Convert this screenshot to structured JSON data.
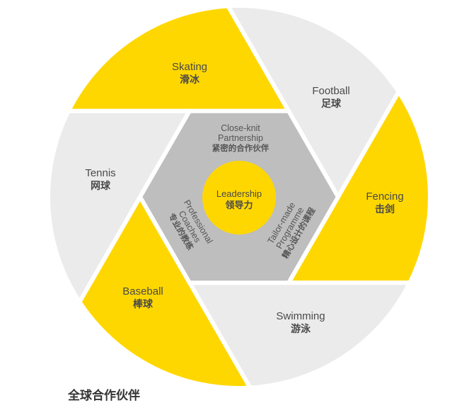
{
  "colors": {
    "yellow": "#FFD700",
    "light_grey": "#EBEBEB",
    "hexagon_grey": "#BEBEBE",
    "text": "#4a4a4a"
  },
  "sports": [
    {
      "en": "Skating",
      "zh": "滑冰",
      "fill": "yellow"
    },
    {
      "en": "Football",
      "zh": "足球",
      "fill": "light_grey"
    },
    {
      "en": "Fencing",
      "zh": "击剑",
      "fill": "yellow"
    },
    {
      "en": "Swimming",
      "zh": "游泳",
      "fill": "light_grey"
    },
    {
      "en": "Baseball",
      "zh": "棒球",
      "fill": "yellow"
    },
    {
      "en": "Tennis",
      "zh": "网球",
      "fill": "light_grey"
    }
  ],
  "hexagon": {
    "top": {
      "en1": "Close-knit",
      "en2": "Partnership",
      "zh": "紧密的合作伙伴"
    },
    "left": {
      "en1": "Professional",
      "en2": "Coaches",
      "zh": "专业的教练"
    },
    "right": {
      "en1": "Tailor-made",
      "en2": "Programme",
      "zh": "精心设计的课程"
    }
  },
  "center": {
    "en": "Leadership",
    "zh": "领导力"
  },
  "bottom_heading": "全球合作伙伴"
}
